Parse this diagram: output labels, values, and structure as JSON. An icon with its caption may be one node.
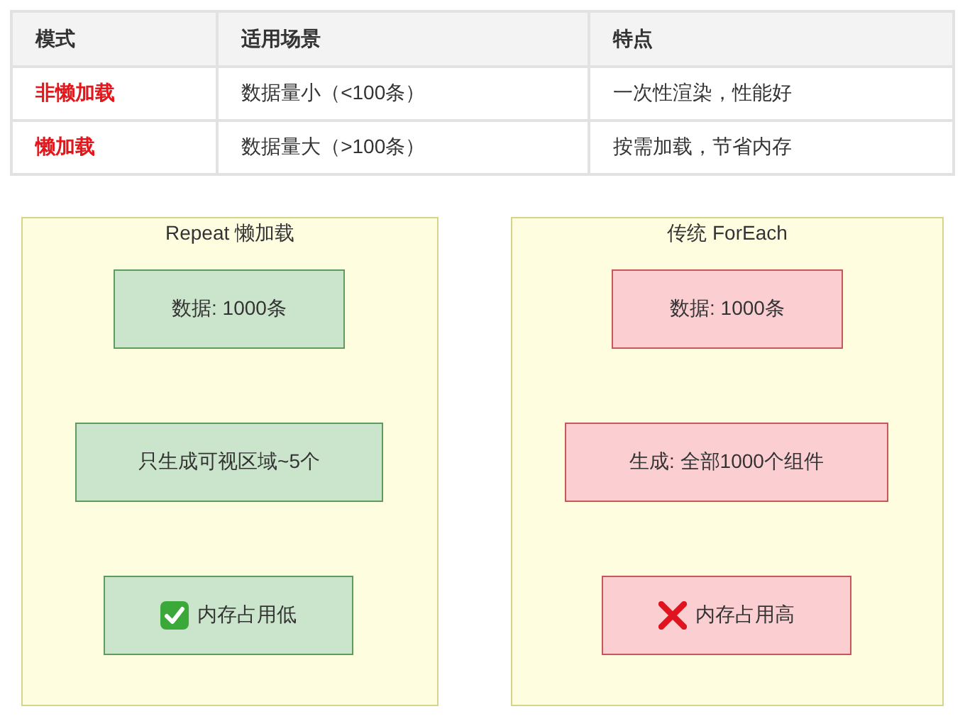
{
  "diagram": {
    "nodes": [
      {
        "text": [
          "Repeat 懒加载"
        ]
      },
      {
        "text": [
          "数据: 1000条"
        ],
        "in": 0
      },
      {
        "text": [
          "只生成可视区域~5个"
        ],
        "in": 0
      },
      {
        "text": [
          "内存占用低"
        ],
        "in": 0
      },
      {
        "text": [
          "传统 ForEach"
        ]
      },
      {
        "text": [
          "数据: 1000条"
        ],
        "in": 4
      },
      {
        "text": [
          "生成: 全部1000个组件"
        ],
        "in": 4
      },
      {
        "text": [
          "内存占用高"
        ],
        "in": 4
      }
    ],
    "edges": [],
    "labels": [
      "模式",
      "适用场景",
      "特点",
      "非懒加载",
      "数据量小（<100条）",
      "一次性渲染，性能好",
      "懒加载",
      "数据量大（>100条）",
      "按需加载，节省内存"
    ]
  }
}
